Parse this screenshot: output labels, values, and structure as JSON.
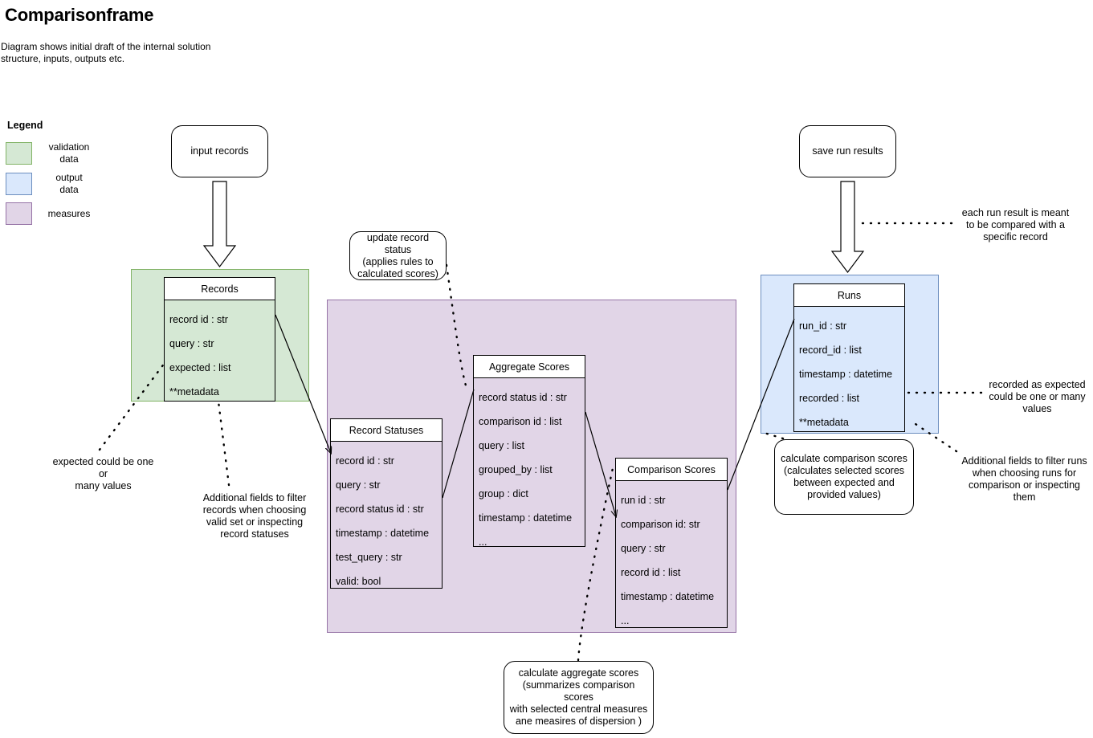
{
  "page": {
    "title": "Comparisonframe",
    "subtitle": "Diagram shows initial draft of the internal solution\nstructure, inputs, outputs etc."
  },
  "legend": {
    "title": "Legend",
    "items": [
      {
        "label": "validation\ndata",
        "color": "#d5e8d4",
        "border": "#82b366"
      },
      {
        "label": "output\ndata",
        "color": "#dae8fc",
        "border": "#6c8ebf"
      },
      {
        "label": "measures",
        "color": "#e1d5e7",
        "border": "#9673a6"
      }
    ]
  },
  "terminals": {
    "input_records": "input records",
    "save_run_results": "save run results"
  },
  "groups": {
    "validation": {
      "name": "validation data",
      "color": "#d5e8d4"
    },
    "measures": {
      "name": "measures",
      "color": "#e1d5e7"
    },
    "output": {
      "name": "output data",
      "color": "#dae8fc"
    }
  },
  "entities": [
    {
      "id": "records",
      "title": "Records",
      "fields": [
        "record id : str",
        "query : str",
        "expected : list",
        "**metadata"
      ]
    },
    {
      "id": "record-statuses",
      "title": "Record Statuses",
      "fields": [
        "record id : str",
        "query : str",
        "record status id : str",
        "timestamp : datetime",
        "test_query : str",
        "valid: bool"
      ]
    },
    {
      "id": "aggregate-scores",
      "title": "Aggregate Scores",
      "fields": [
        "record status id : str",
        "comparison id : list",
        "query : list",
        "grouped_by : list",
        "group : dict",
        "timestamp : datetime",
        "..."
      ]
    },
    {
      "id": "comparison-scores",
      "title": "Comparison Scores",
      "fields": [
        "run id : str",
        "comparison id: str",
        "query : str",
        "record id : list",
        "timestamp : datetime",
        "..."
      ]
    },
    {
      "id": "runs",
      "title": "Runs",
      "fields": [
        "run_id : str",
        "record_id : list",
        "timestamp : datetime",
        "recorded : list",
        "**metadata"
      ]
    }
  ],
  "notes": {
    "update_record_status": "update record status\n(applies rules to\ncalculated scores)",
    "calculate_aggregate_scores": "calculate aggregate scores\n(summarizes comparison scores\nwith selected central measures\nane measires of dispersion )",
    "calculate_comparison_scores": "calculate comparison scores\n(calculates selected scores\nbetween expected and\nprovided values)"
  },
  "annotations": {
    "expected_values": "expected could be one or\nmany values",
    "additional_fields_records": "Additional fields to filter\nrecords when choosing\nvalid set or inspecting\nrecord statuses",
    "each_run_result": "each run result is meant\nto be compared with a\nspecific record",
    "recorded_as_expected": "recorded as expected\ncould be one or many\nvalues",
    "additional_fields_runs": "Additional fields to filter runs\nwhen choosing runs for\ncomparison or inspecting\nthem"
  }
}
